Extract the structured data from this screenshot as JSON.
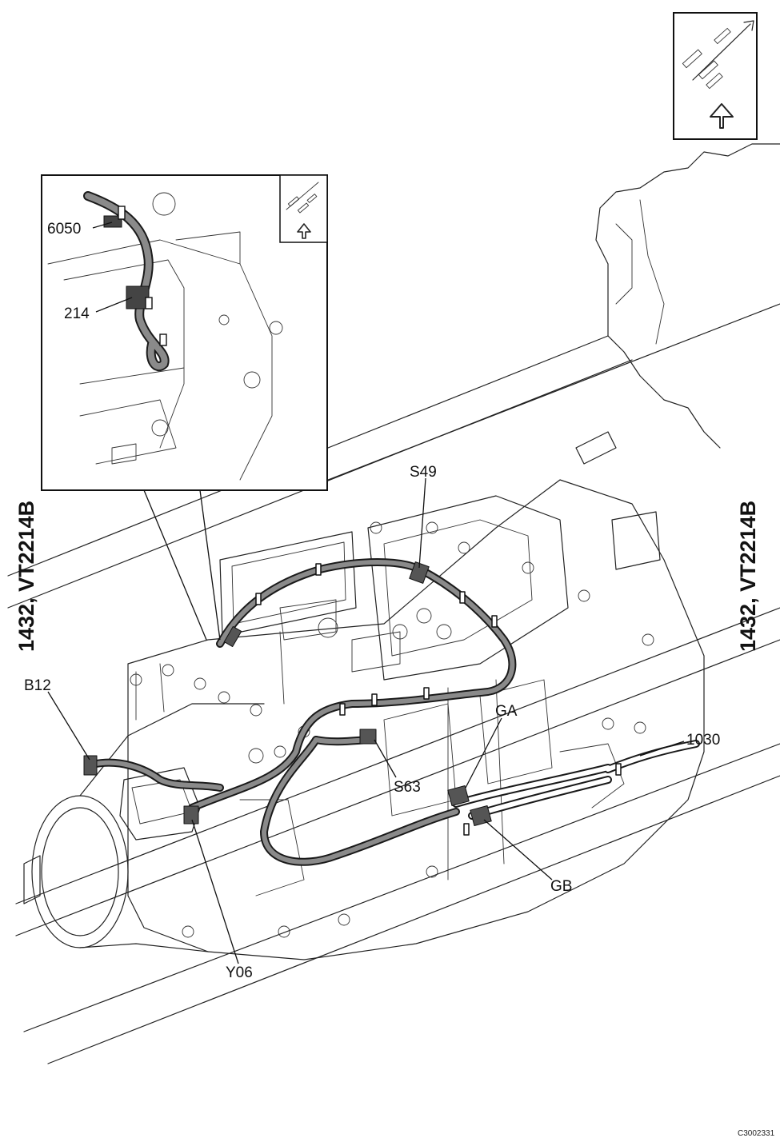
{
  "diagram": {
    "side_label_left": "1432, VT2214B",
    "side_label_right": "1432, VT2214B",
    "image_code": "C3002331",
    "callouts": {
      "s49": "S49",
      "b12": "B12",
      "s63": "S63",
      "ga": "GA",
      "gb": "GB",
      "c1030": "1030",
      "y06": "Y06",
      "c6050": "6050",
      "c214": "214"
    },
    "colors": {
      "harness": "#8a8a8a",
      "harness_outline": "#1a1a1a",
      "line": "#222222"
    }
  }
}
